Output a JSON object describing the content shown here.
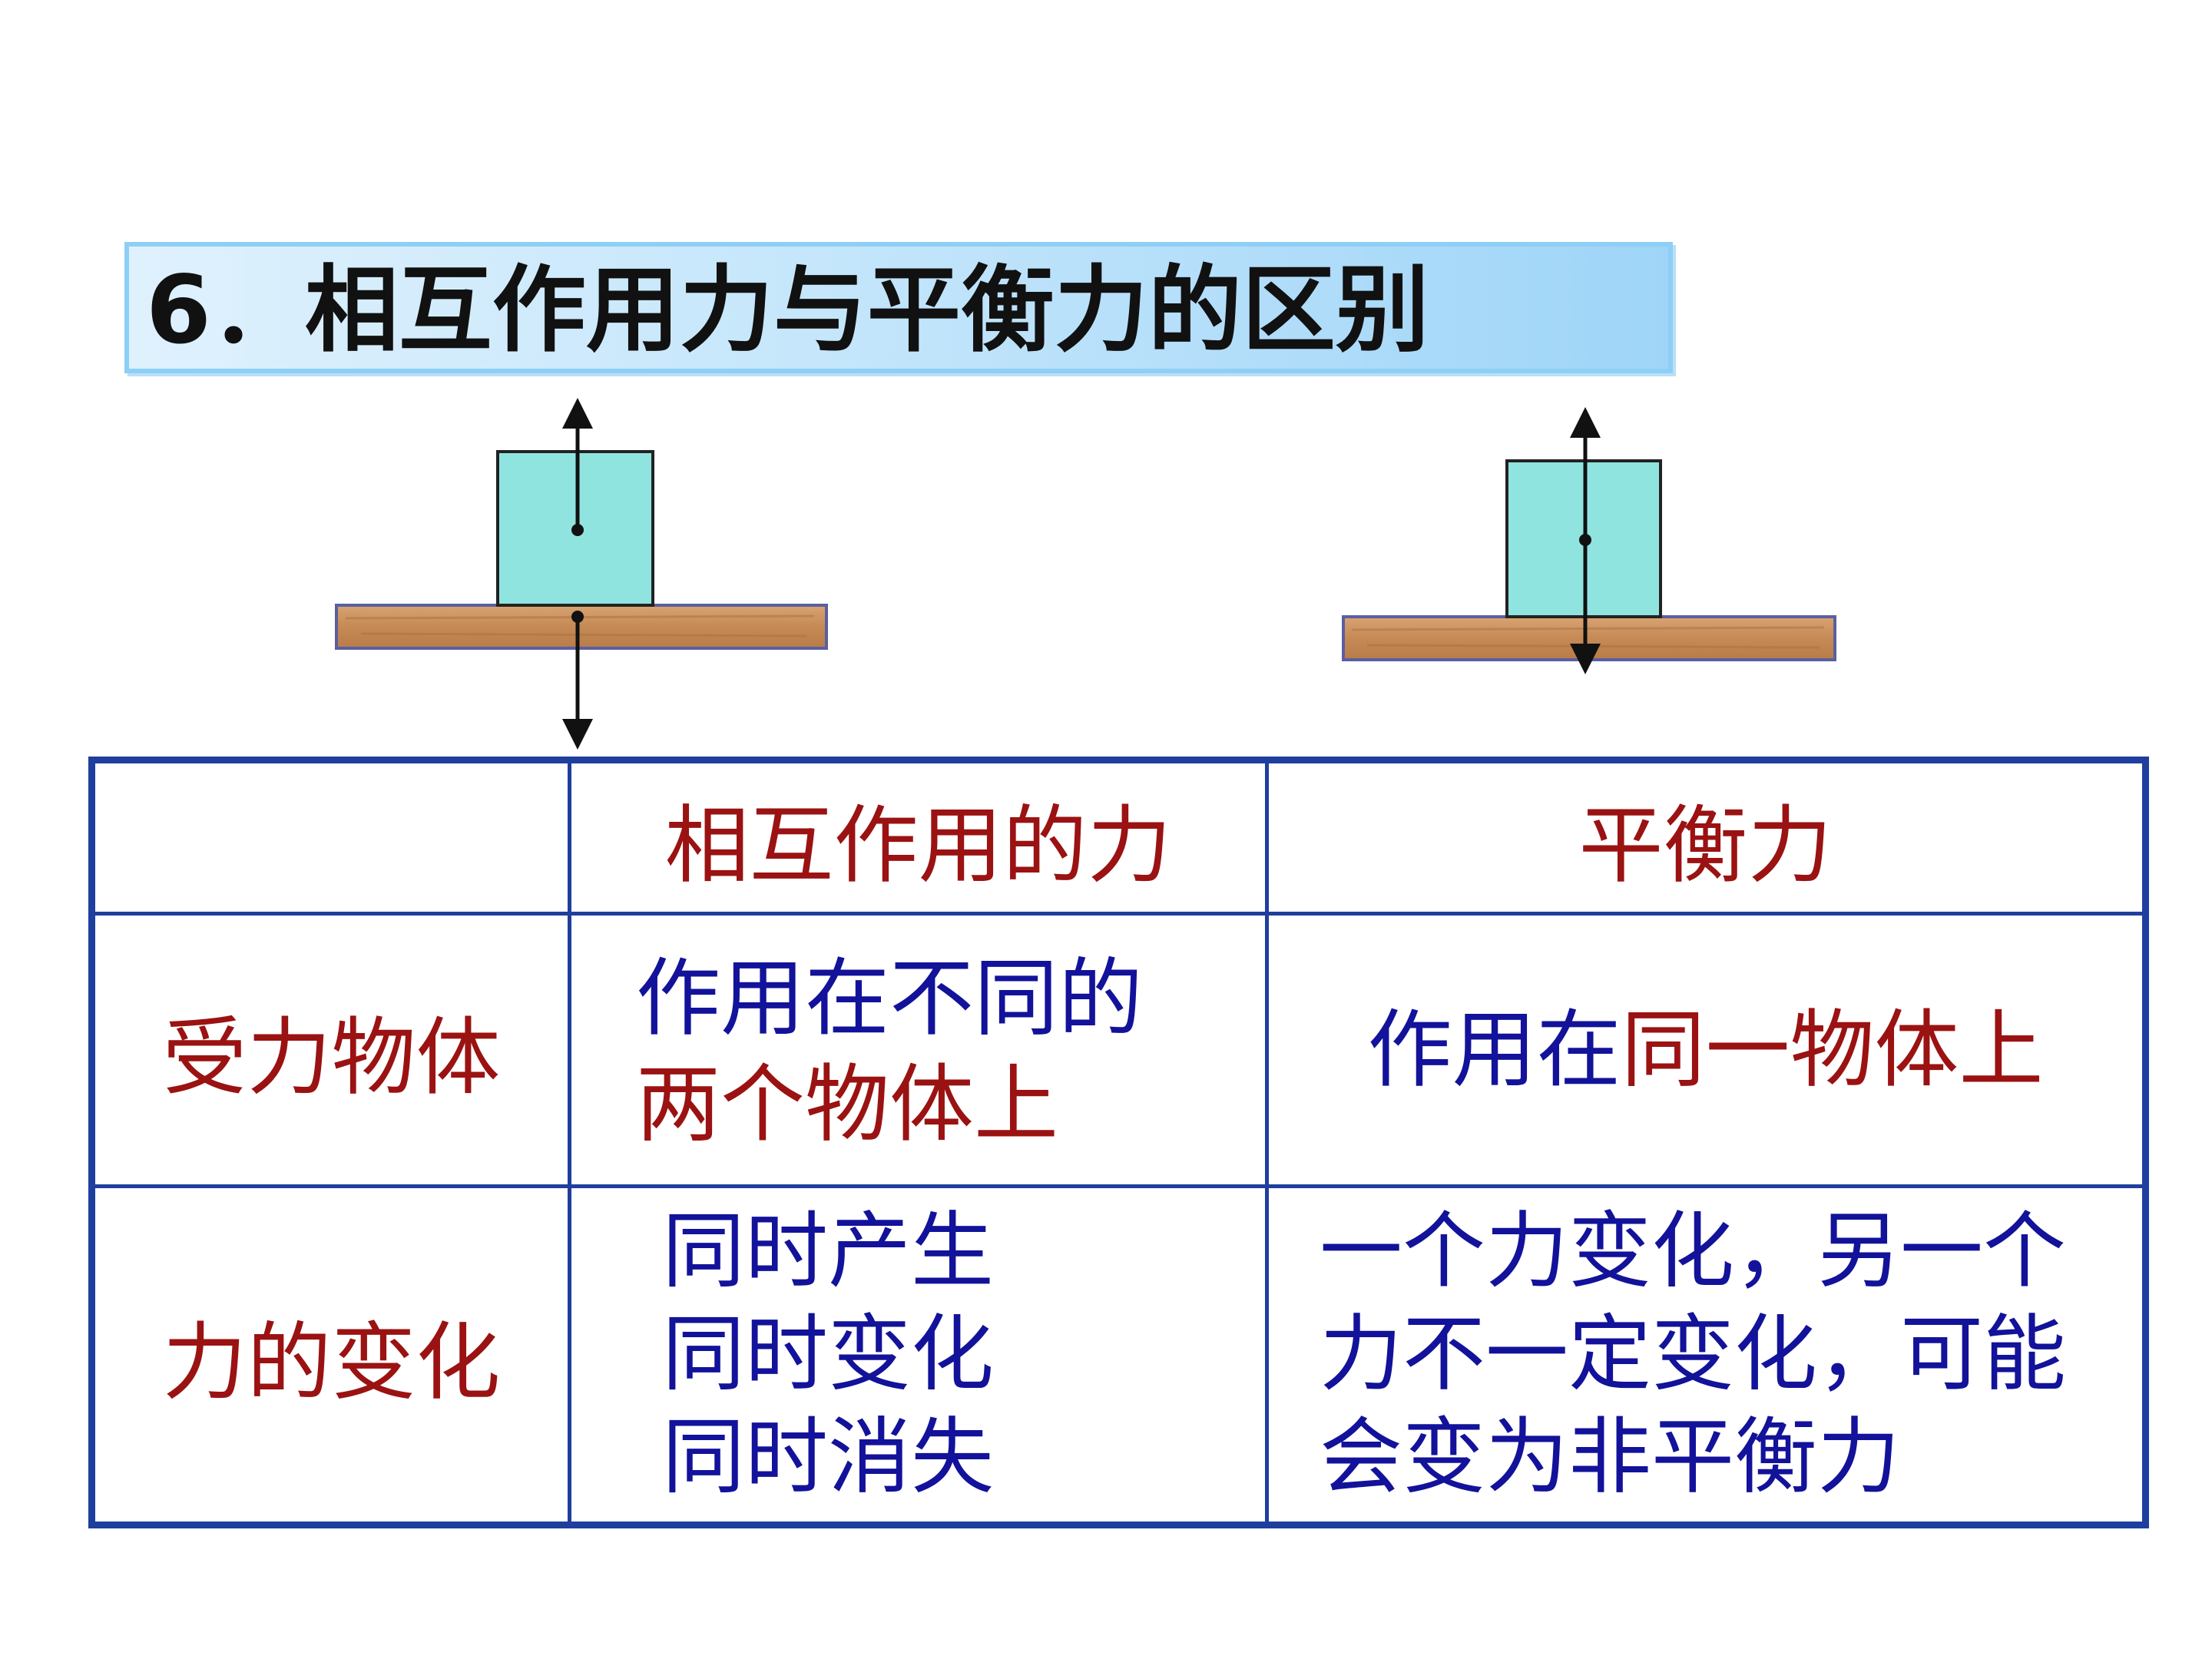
{
  "title": "6．相互作用力与平衡力的区别",
  "colors": {
    "table_border": "#1f3f9e",
    "header_text": "#9b1212",
    "body_text": "#12129a",
    "block_fill": "#90e4e0",
    "board_fill": "#c98f5c"
  },
  "table": {
    "headers": [
      "",
      "相互作用的力",
      "平衡力"
    ],
    "row1": {
      "label": "受力物体",
      "mutual_part1": "作用在不同的",
      "mutual_part2": "两个物体上",
      "balance_part1": "作用在",
      "balance_part2": "同一物体上"
    },
    "row2": {
      "label": "力的变化",
      "mutual_lines": [
        "同时产生",
        "同时变化",
        "同时消失"
      ],
      "balance_lines": [
        "一个力变化，另一个",
        "力不一定变化，可能",
        "会变为非平衡力"
      ]
    }
  }
}
